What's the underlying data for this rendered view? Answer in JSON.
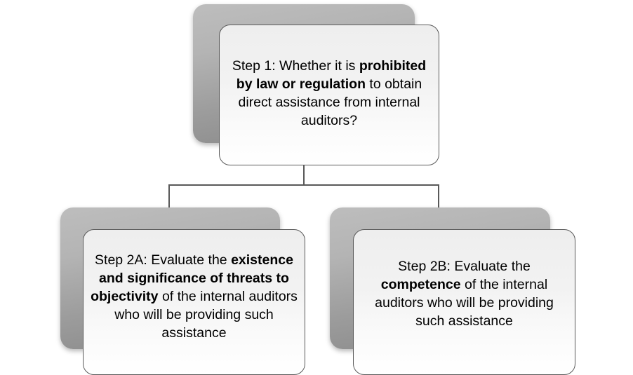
{
  "diagram": {
    "title": "Direct assistance from internal auditors decision flow",
    "type": "flowchart",
    "colors": {
      "card_border": "#595959",
      "card_fill_top": "#eeeeee",
      "card_fill_bottom": "#ffffff",
      "shadow_plate_light": "#bdbdbd",
      "shadow_plate_dark": "#868686",
      "connector": "#595959",
      "text": "#000000",
      "background": "#ffffff"
    },
    "nodes": [
      {
        "id": "step1",
        "label": "Step 1",
        "segments": [
          {
            "text": "Step 1: Whether it is ",
            "bold": false
          },
          {
            "text": "prohibited by law or regulation",
            "bold": true
          },
          {
            "text": " to obtain direct assistance from internal auditors?",
            "bold": false
          }
        ],
        "plain_text": "Step 1: Whether it is prohibited by law or regulation to obtain direct assistance from internal auditors?"
      },
      {
        "id": "step2a",
        "label": "Step 2A",
        "segments": [
          {
            "text": "Step 2A: Evaluate the ",
            "bold": false
          },
          {
            "text": "existence and significance of threats to objectivity",
            "bold": true
          },
          {
            "text": " of the internal auditors who will be providing such assistance",
            "bold": false
          }
        ],
        "plain_text": "Step 2A: Evaluate the existence and significance of threats to objectivity of the internal auditors who will be providing such assistance"
      },
      {
        "id": "step2b",
        "label": "Step 2B",
        "segments": [
          {
            "text": "Step 2B: Evaluate the ",
            "bold": false
          },
          {
            "text": "competence",
            "bold": true
          },
          {
            "text": " of the internal auditors who will be providing such assistance",
            "bold": false
          }
        ],
        "plain_text": "Step 2B: Evaluate the competence of the internal auditors who will be providing such assistance"
      }
    ],
    "edges": [
      {
        "from": "step1",
        "to": "step2a",
        "label": ""
      },
      {
        "from": "step1",
        "to": "step2b",
        "label": ""
      }
    ]
  }
}
